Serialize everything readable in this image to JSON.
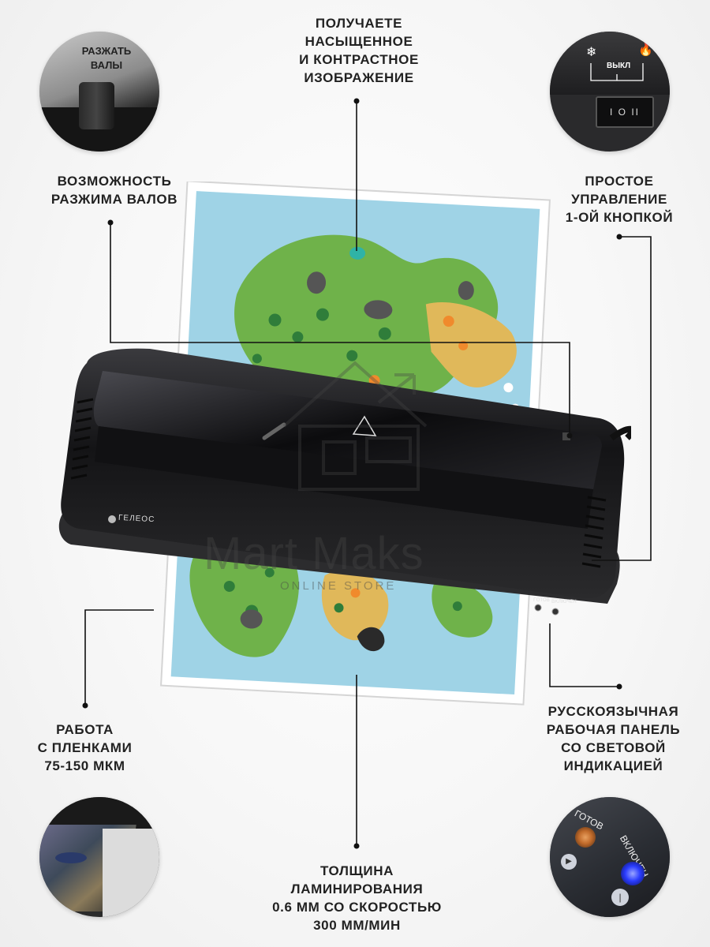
{
  "captions": {
    "top_center": "ПОЛУЧАЕТЕ\nНАСЫЩЕННОЕ\nИ КОНТРАСТНОЕ\nИЗОБРАЖЕНИЕ",
    "left_upper": "ВОЗМОЖНОСТЬ\nРАЗЖИМА ВАЛОВ",
    "right_upper": "ПРОСТОЕ\nУПРАВЛЕНИЕ\n1-ОЙ КНОПКОЙ",
    "left_lower": "РАБОТА\nС ПЛЕНКАМИ\n75-150 МКМ",
    "right_lower": "РУССКОЯЗЫЧНАЯ\nРАБОЧАЯ ПАНЕЛЬ\nСО СВЕТОВОЙ\nИНДИКАЦИЕЙ",
    "bottom_center": "ТОЛЩИНА\nЛАМИНИРОВАНИЯ\n0.6 ММ СО СКОРОСТЬЮ\n300 ММ/МИН"
  },
  "callouts": {
    "release_rollers": {
      "line1": "РАЗЖАТЬ",
      "line2": "ВАЛЫ"
    },
    "switch": {
      "off_label": "ВЫКЛ",
      "switch_marks": "I O II"
    },
    "indicators": {
      "ready": "ГОТОВ",
      "on": "ВКЛЮЧЕН"
    }
  },
  "device": {
    "brand": "ГЕЛЕОС",
    "panel_ready": "ГОТОВ",
    "panel_on": "ВКЛЮЧЕН"
  },
  "watermark": {
    "title": "Mart Maks",
    "subtitle": "ONLINE STORE"
  },
  "colors": {
    "ocean": "#9fd3e6",
    "land": "#6fb24a",
    "laminator_body": "#1c1c1e",
    "ready_led": "#c06a2a",
    "on_led": "#2a3cff"
  }
}
